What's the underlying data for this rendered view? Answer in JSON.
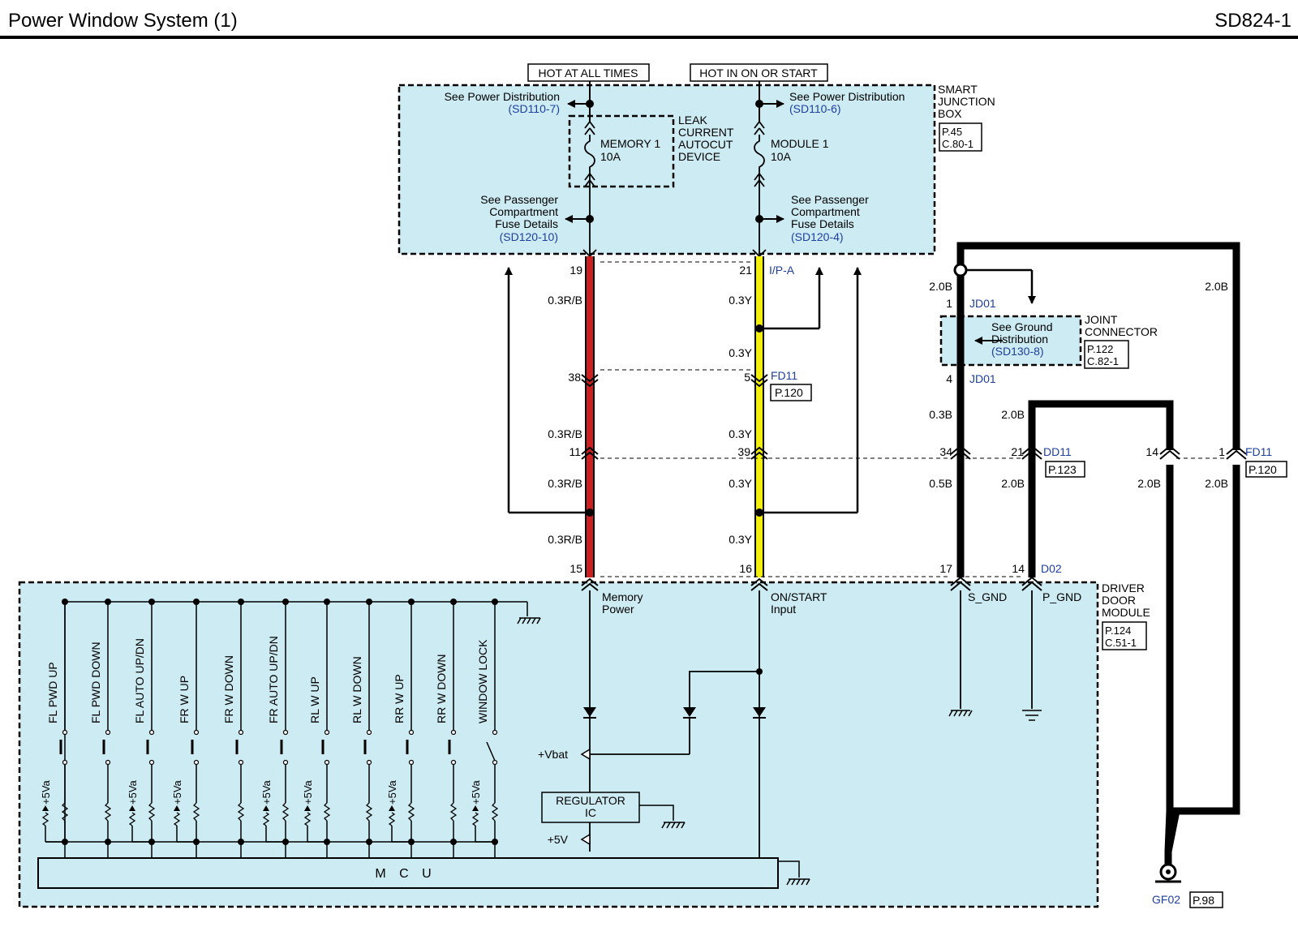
{
  "header": {
    "title": "Power Window System (1)",
    "code": "SD824-1"
  },
  "supplies": {
    "hot_at_all_times": "HOT AT ALL TIMES",
    "hot_in_on_or_start": "HOT IN ON OR START"
  },
  "sjb": {
    "name": "SMART JUNCTION BOX",
    "page": "P.45",
    "conn": "C.80-1",
    "see_power_dist": "See Power Distribution",
    "ref_left": "(SD110-7)",
    "ref_right": "(SD110-6)",
    "leak_device": "LEAK CURRENT AUTOCUT DEVICE",
    "fuse_left": "MEMORY 1",
    "fuse_left_amp": "10A",
    "fuse_right": "MODULE 1",
    "fuse_right_amp": "10A",
    "see_passenger": "See Passenger Compartment Fuse Details",
    "ref_pass_left": "(SD120-10)",
    "ref_pass_right": "(SD120-4)"
  },
  "connectors": {
    "ipa": "I/P-A",
    "fd11": "FD11",
    "fd11_page": "P.120",
    "dd11": "DD11",
    "dd11_page": "P.123",
    "d02": "D02",
    "jd01": "JD01"
  },
  "pins": {
    "p19": "19",
    "p21": "21",
    "p38": "38",
    "p5": "5",
    "p11": "11",
    "p39": "39",
    "p15": "15",
    "p16": "16",
    "p1": "1",
    "p4": "4",
    "p34": "34",
    "p21b": "21",
    "p14": "14",
    "p1b": "1",
    "p17": "17",
    "p14b": "14"
  },
  "wires": {
    "rb": "0.3R/B",
    "y": "0.3Y",
    "b20": "2.0B",
    "b03": "0.3B",
    "b05": "0.5B"
  },
  "joint": {
    "name": "JOINT CONNECTOR",
    "page": "P.122",
    "conn": "C.82-1",
    "see_ground": "See Ground Distribution",
    "ref": "(SD130-8)"
  },
  "ddm": {
    "name": "DRIVER DOOR MODULE",
    "page": "P.124",
    "conn": "C.51-1",
    "memory_power": "Memory Power",
    "on_start_input": "ON/START Input",
    "s_gnd": "S_GND",
    "p_gnd": "P_GND",
    "vbat": "+Vbat",
    "v5": "+5V",
    "regulator": "REGULATOR IC",
    "mcu": "M C U",
    "va": "+5Va"
  },
  "switches": [
    "FL PWD UP",
    "FL PWD DOWN",
    "FL AUTO UP/DN",
    "FR W UP",
    "FR W DOWN",
    "FR AUTO UP/DN",
    "RL W UP",
    "RL W DOWN",
    "RR W UP",
    "RR W DOWN",
    "WINDOW LOCK"
  ],
  "ground": {
    "name": "GF02",
    "page": "P.98"
  },
  "colors": {
    "panel": "#cdebf2",
    "wire_rb": "#cc2020",
    "wire_y": "#f2ef10",
    "ref_blue": "#1f3f9f"
  }
}
